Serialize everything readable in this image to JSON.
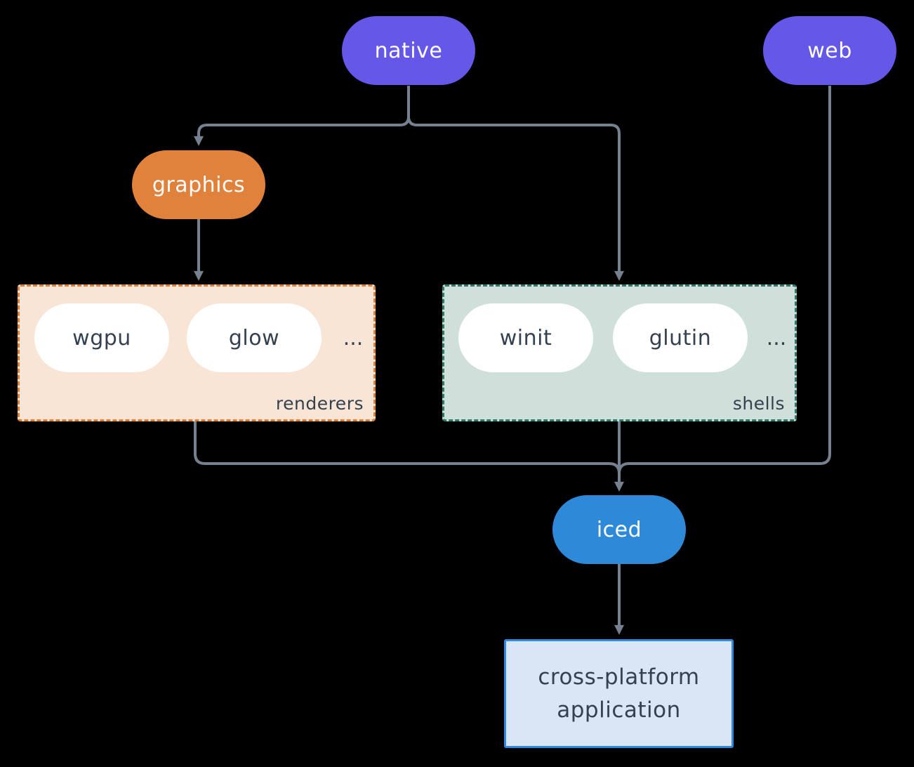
{
  "nodes": {
    "native": "native",
    "web": "web",
    "graphics": "graphics",
    "iced": "iced",
    "application": "cross-platform application"
  },
  "groups": {
    "renderers": {
      "label": "renderers",
      "items": [
        "wgpu",
        "glow"
      ],
      "more": "..."
    },
    "shells": {
      "label": "shells",
      "items": [
        "winit",
        "glutin"
      ],
      "more": "..."
    }
  },
  "colors": {
    "background": "#000000",
    "platform_pill": "#6557E8",
    "graphics_pill": "#E0813C",
    "iced_pill": "#2E8AD8",
    "pill_text_light": "#FFFFFF",
    "node_text_dark": "#334150",
    "renderers_bg": "#F9E5D6",
    "renderers_border": "#DE7F33",
    "shells_bg": "#CFE0DA",
    "shells_border": "#2E7A68",
    "app_bg": "#D8E6F6",
    "app_border": "#338ADD",
    "connector": "#76818F"
  }
}
